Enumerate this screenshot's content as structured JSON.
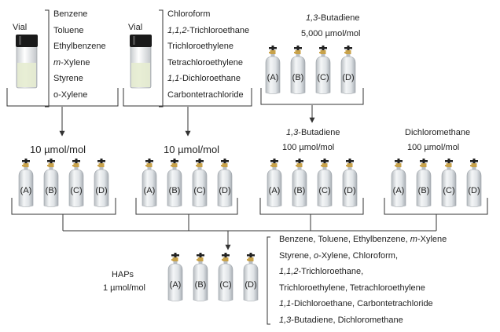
{
  "vial_label": "Vial",
  "cylinder_labels": [
    "(A)",
    "(B)",
    "(C)",
    "(D)"
  ],
  "group1_compounds": [
    {
      "pre": "",
      "rest": "Benzene"
    },
    {
      "pre": "",
      "rest": "Toluene"
    },
    {
      "pre": "",
      "rest": "Ethylbenzene"
    },
    {
      "pre": "m",
      "rest": "-Xylene"
    },
    {
      "pre": "",
      "rest": "Styrene"
    },
    {
      "pre": "",
      "rest": "o-Xylene"
    }
  ],
  "group2_compounds": [
    {
      "pre": "",
      "rest": "Chloroform"
    },
    {
      "pre": "1,1,2",
      "rest": "-Trichloroethane"
    },
    {
      "pre": "",
      "rest": "Trichloroethylene"
    },
    {
      "pre": "",
      "rest": "Tetrachloroethylene"
    },
    {
      "pre": "1,1",
      "rest": "-Dichloroethane"
    },
    {
      "pre": "",
      "rest": "Carbontetrachloride"
    }
  ],
  "butadiene_top": {
    "name_pre": "1,3",
    "name_rest": "-Butadiene",
    "conc": "5,000 µmol/mol"
  },
  "mid_row": {
    "conc1": "10 µmol/mol",
    "conc2": "10 µmol/mol",
    "butadiene_name_pre": "1,3",
    "butadiene_name_rest": "-Butadiene",
    "butadiene_conc": "100 µmol/mol",
    "dcm_name": "Dichloromethane",
    "dcm_conc": "100 µmol/mol"
  },
  "final": {
    "name": "HAPs",
    "conc": "1 µmol/mol",
    "lines": [
      [
        {
          "t": "Benzene, Toluene, Ethylbenzene, "
        },
        {
          "t": "m",
          "i": true
        },
        {
          "t": "-Xylene"
        }
      ],
      [
        {
          "t": "Styrene, "
        },
        {
          "t": "o",
          "i": true
        },
        {
          "t": "-Xylene, Chloroform,"
        }
      ],
      [
        {
          "t": "1,1,2",
          "i": true
        },
        {
          "t": "-Trichloroethane,"
        }
      ],
      [
        {
          "t": "Trichloroethylene, Tetrachloroethylene"
        }
      ],
      [
        {
          "t": "1,1",
          "i": true
        },
        {
          "t": "-Dichloroethane, Carbontetrachloride"
        }
      ],
      [
        {
          "t": "1,3",
          "i": true
        },
        {
          "t": "-Butadiene, Dichloromethane"
        }
      ]
    ]
  },
  "colors": {
    "line": "#333333",
    "cylinder_body": "#dfe3e6",
    "cylinder_edge": "#9aa0a6",
    "valve_brass": "#c8a24a",
    "vial_cap": "#1a1a1a",
    "vial_liquid": "#e6ecd0"
  }
}
